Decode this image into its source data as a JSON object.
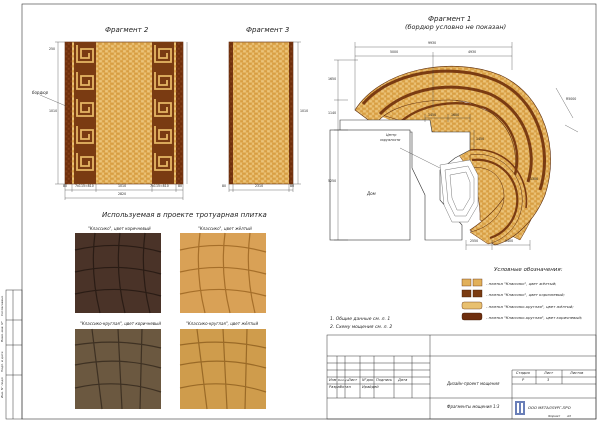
{
  "fragments": {
    "frag2_title": "Фрагмент 2",
    "frag3_title": "Фрагмент 3",
    "frag1_title": "Фрагмент 1",
    "frag1_subtitle": "(бордюр условно не показан)",
    "border_label": "бордюр",
    "center_label": "Центр",
    "center_label2": "окружности",
    "house_label": "Дом"
  },
  "dims_frag2": {
    "d80a": "80",
    "d7x115a": "7х115=810",
    "d1010": "1010",
    "d7x115b": "7х115=810",
    "d80b": "80",
    "total": "2820",
    "left1": "250",
    "left2": "1010"
  },
  "dims_frag3": {
    "d80a": "80",
    "d2310": "2310",
    "d80b": "80",
    "right": "1010"
  },
  "dims_frag1": {
    "top": "9930",
    "top_left": "5000",
    "top_right": "4930",
    "left_top": "1650",
    "left_mid": "1140",
    "left_bot": "5250",
    "inner1": "1450",
    "inner2": "1600",
    "inner3": "1450",
    "r_arc": "R5000",
    "bottom_left": "2550",
    "bottom_right": "5400",
    "side": "1300"
  },
  "tile_section": {
    "title": "Используемая в проекте тротуарная плитка",
    "photos": [
      {
        "label": "\"Классико\", цвет коричневый",
        "color": "#4a3328"
      },
      {
        "label": "\"Классико\", цвет жёлтый",
        "color": "#d9a156"
      },
      {
        "label": "\"Классико-круглая\", цвет коричневый",
        "color": "#6b5840"
      },
      {
        "label": "\"Классико-круглая\", цвет жёлтый",
        "color": "#cf9c4c"
      }
    ]
  },
  "legend": {
    "title": "Условные обозначения:",
    "items": [
      {
        "label": "- плитка \"Классико\", цвет жёлтый;",
        "color": "#e1b05a"
      },
      {
        "label": "- плитка \"Классико\", цвет коричневый;",
        "color": "#7a3b12"
      },
      {
        "label": "- плитка \"Классико-круглая\", цвет жёлтый;",
        "color": "#e8c070"
      },
      {
        "label": "- плитка \"Классико-круглая\", цвет коричневый;",
        "color": "#6e2e0e"
      }
    ]
  },
  "notes": {
    "n1": "1.     Общие данные см. л. 1",
    "n2": "2.     Схему мощения см. л. 2"
  },
  "title_block": {
    "col_izm": "Изм",
    "col_kol": "Кол.уч.",
    "col_list": "Лист",
    "col_ndok": "N°док.",
    "col_podp": "Подпись",
    "col_data": "Дата",
    "role": "Разработал",
    "name": "Ирайдей",
    "project": "Дизайн-проект мощения",
    "sheet_title": "Фрагменты мощения 1:3",
    "stage_hdr": "Стадия",
    "sheet_hdr": "Лист",
    "sheets_hdr": "Листов",
    "stage": "Р",
    "sheet": "3",
    "company": "ООО МЕТАЛЛУРГ-ПРО",
    "format": "Формат",
    "format_val": "А3"
  },
  "side_stamp": {
    "s1": "Инв. N° подл.",
    "s2": "Подп. и дата",
    "s3": "Взам. инв. N°",
    "s4": "Согласовано"
  },
  "colors": {
    "brown": "#7a3b12",
    "dark_brown": "#5b2a0b",
    "yellow": "#e1b05a",
    "light_yellow": "#efcf8a",
    "line": "#333333"
  }
}
